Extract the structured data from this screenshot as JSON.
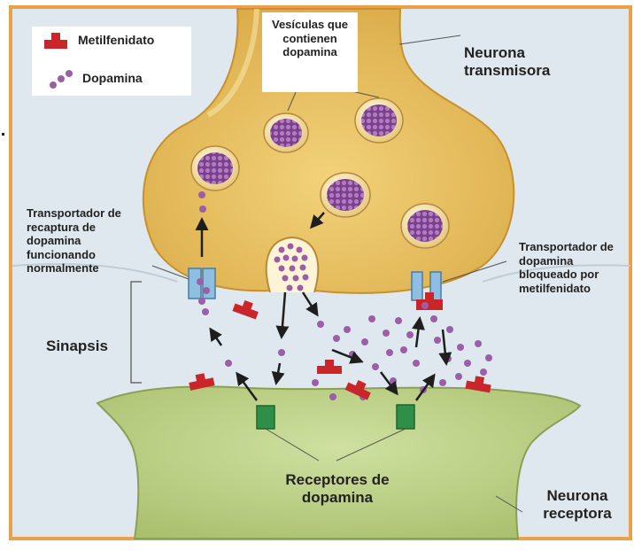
{
  "legend": {
    "metilfenidato": "Metilfenidato",
    "dopamina": "Dopamina"
  },
  "labels": {
    "vesiculas": "Vesículas que contienen dopamina",
    "neurona_transmisora": "Neurona transmisora",
    "transportador_normal": "Transportador de recaptura de dopamina funcionando normalmente",
    "transportador_bloqueado": "Transportador de dopamina bloqueado por metilfenidato",
    "sinapsis": "Sinapsis",
    "receptores": "Receptores de dopamina",
    "neurona_receptora": "Neurona receptora"
  },
  "colors": {
    "frame": "#e9a14a",
    "background": "#dfe8ee",
    "transmitter": "#e8bf62",
    "receiver": "#bcd08a",
    "dopamine": "#9b5fa8",
    "methylphenidate": "#c8262b",
    "receptor": "#2f8f48",
    "transporter": "#8fbfe0"
  }
}
